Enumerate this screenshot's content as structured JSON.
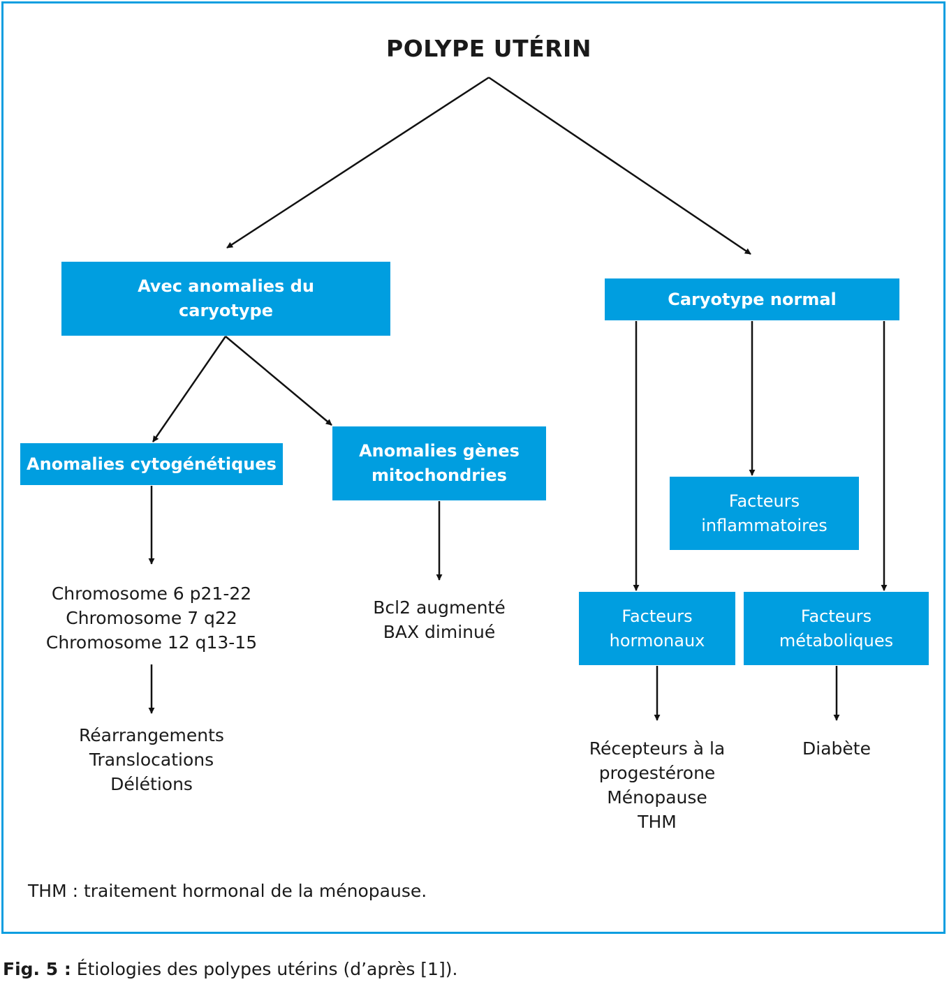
{
  "title": "POLYPE UTÉRIN",
  "nodes": {
    "anomalies_caryotype": [
      "Avec anomalies du",
      "caryotype"
    ],
    "caryotype_normal": [
      "Caryotype normal"
    ],
    "cytogenetiques": [
      "Anomalies cytogénétiques"
    ],
    "mitochondries": [
      "Anomalies gènes",
      "mitochondries"
    ],
    "inflammatoires": [
      "Facteurs",
      "inflammatoires"
    ],
    "hormonaux": [
      "Facteurs",
      "hormonaux"
    ],
    "metaboliques": [
      "Facteurs",
      "métaboliques"
    ]
  },
  "texts": {
    "chromosomes": [
      "Chromosome 6 p21-22",
      "Chromosome 7 q22",
      "Chromosome 12 q13-15"
    ],
    "rearrangements": [
      "Réarrangements",
      "Translocations",
      "Délétions"
    ],
    "bcl2": [
      "Bcl2 augmenté",
      "BAX diminué"
    ],
    "recepteurs": [
      "Récepteurs à la",
      "progestérone",
      "Ménopause",
      "THM"
    ],
    "diabete": [
      "Diabète"
    ]
  },
  "footnote": "THM : traitement hormonal de la ménopause.",
  "caption": {
    "label": "Fig. 5 :",
    "text": "Étiologies des polypes utérins (d’après [1])."
  },
  "colors": {
    "box": "#009ee0",
    "frame": "#0a9ee0",
    "text": "#1a1a1a"
  }
}
